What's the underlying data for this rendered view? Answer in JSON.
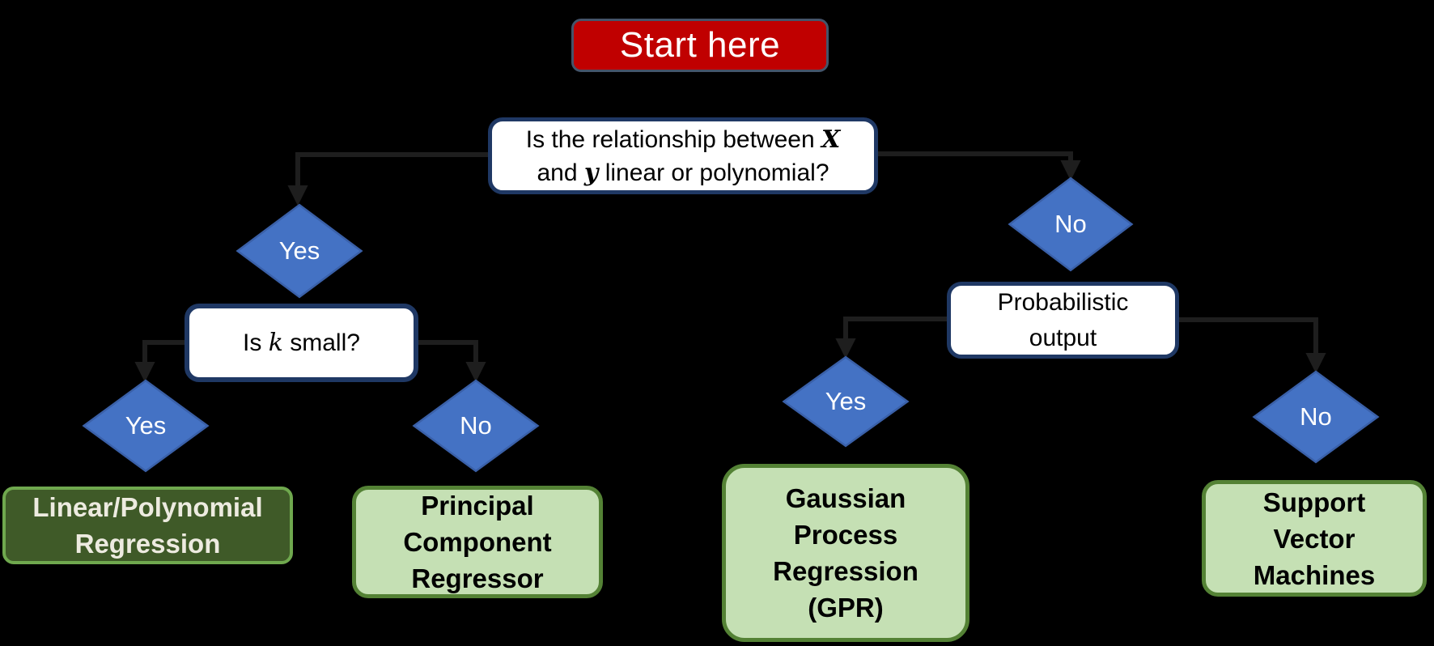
{
  "colors": {
    "background": "#000000",
    "connector": "#1e1e1e",
    "start-fill": "#c00000",
    "start-border": "#44546a",
    "start-text": "#ffffff",
    "question-fill": "#ffffff",
    "question-border": "#1f3864",
    "question-text": "#000000",
    "diamond-fill": "#4472c4",
    "diamond-border": "#3a60a8",
    "diamond-text": "#ffffff",
    "result-fill": "#c5e0b4",
    "result-border": "#548235",
    "result-text": "#000000",
    "dark-fill": "#3f5a28",
    "dark-border": "#6fa84e",
    "dark-text": "#edebe0"
  },
  "start": {
    "label": "Start here"
  },
  "q_relationship": {
    "l1a": "Is the relationship between",
    "l1b": "X",
    "l2a": "and",
    "l2b": "y",
    "l2c": "linear or polynomial?"
  },
  "q_k": {
    "a": "Is",
    "b": "k",
    "c": "small?"
  },
  "q_prob": {
    "line1": "Probabilistic",
    "line2": "output"
  },
  "diamonds": {
    "yes1": "Yes",
    "no1": "No",
    "yes2": "Yes",
    "no2": "No",
    "yes3": "Yes",
    "no3": "No"
  },
  "results": {
    "linear": {
      "line1": "Linear/Polynomial",
      "line2": "Regression"
    },
    "pcr": {
      "line1": "Principal",
      "line2": "Component",
      "line3": "Regressor"
    },
    "gpr": {
      "line1": "Gaussian",
      "line2": "Process",
      "line3": "Regression",
      "line4": "(GPR)"
    },
    "svm": {
      "line1": "Support",
      "line2": "Vector",
      "line3": "Machines"
    }
  }
}
